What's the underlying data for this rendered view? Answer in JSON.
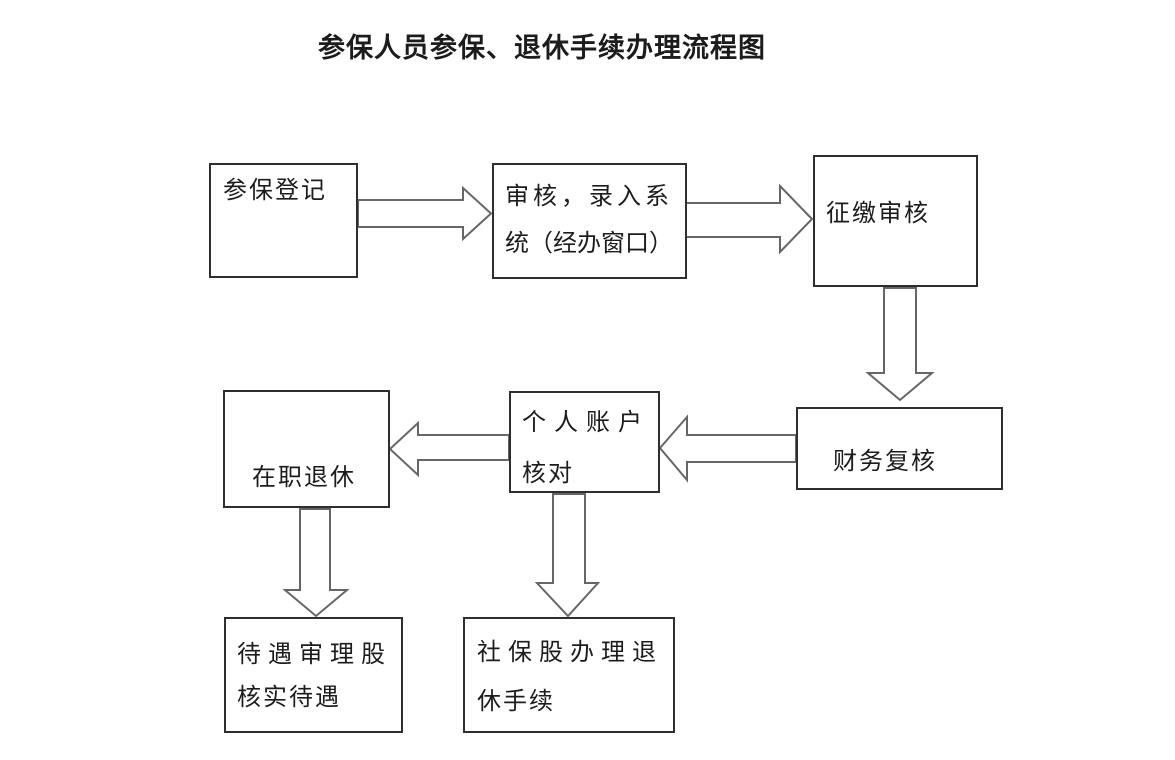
{
  "title": "参保人员参保、退休手续办理流程图",
  "colors": {
    "background": "#ffffff",
    "box_border": "#2e2e2e",
    "arrow_outline": "#666666",
    "text": "#1c1c1c"
  },
  "flowchart": {
    "nodes": [
      {
        "id": "registration",
        "label": "参保登记",
        "lines": [
          "参保登记"
        ]
      },
      {
        "id": "review-entry",
        "label": "审核，录入系统（经办窗口）",
        "lines": [
          "审核，录入系",
          "统（经办窗口）"
        ]
      },
      {
        "id": "collection-audit",
        "label": "征缴审核",
        "lines": [
          "征缴审核"
        ]
      },
      {
        "id": "finance-recheck",
        "label": "财务复核",
        "lines": [
          "财务复核"
        ]
      },
      {
        "id": "personal-account-check",
        "label": "个人账户核对",
        "lines": [
          "个人账户",
          "核对"
        ]
      },
      {
        "id": "inservice-retirement",
        "label": "在职退休",
        "lines": [
          "在职退休"
        ]
      },
      {
        "id": "benefit-review",
        "label": "待遇审理股核实待遇",
        "lines": [
          "待遇审理股",
          "核实待遇"
        ]
      },
      {
        "id": "social-security-retirement",
        "label": "社保股办理退休手续",
        "lines": [
          "社保股办理退",
          "休手续"
        ]
      }
    ],
    "edges": [
      {
        "from": "参保登记",
        "to": "审核，录入系统（经办窗口）",
        "direction": "right"
      },
      {
        "from": "审核，录入系统（经办窗口）",
        "to": "征缴审核",
        "direction": "right"
      },
      {
        "from": "征缴审核",
        "to": "财务复核",
        "direction": "down"
      },
      {
        "from": "财务复核",
        "to": "个人账户核对",
        "direction": "left"
      },
      {
        "from": "个人账户核对",
        "to": "在职退休",
        "direction": "left"
      },
      {
        "from": "在职退休",
        "to": "待遇审理股核实待遇",
        "direction": "down"
      },
      {
        "from": "个人账户核对",
        "to": "社保股办理退休手续",
        "direction": "down"
      }
    ]
  }
}
